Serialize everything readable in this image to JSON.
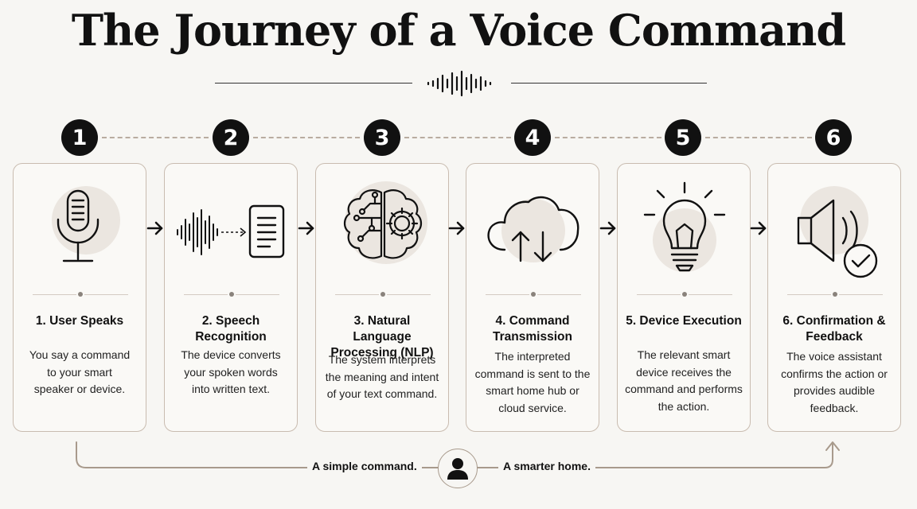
{
  "title": "The Journey of a Voice Command",
  "steps": [
    {
      "number": "1",
      "title": "1. User Speaks",
      "desc": "You say a command to your smart speaker or device.",
      "icon": "microphone-icon"
    },
    {
      "number": "2",
      "title": "2. Speech Recognition",
      "desc": "The device converts your spoken words into written text.",
      "icon": "waveform-to-text-icon"
    },
    {
      "number": "3",
      "title": "3. Natural Language Processing (NLP)",
      "desc": "The system interprets the meaning and intent of your text command.",
      "icon": "brain-gear-icon"
    },
    {
      "number": "4",
      "title": "4. Command Transmission",
      "desc": "The interpreted command is sent to the smart home hub or cloud service.",
      "icon": "cloud-transfer-icon"
    },
    {
      "number": "5",
      "title": "5. Device Execution",
      "desc": "The relevant smart device receives the command and performs the action.",
      "icon": "lightbulb-icon"
    },
    {
      "number": "6",
      "title": "6. Confirmation & Feedback",
      "desc": "The voice assistant confirms the action or provides audible feedback.",
      "icon": "speaker-check-icon"
    }
  ],
  "footer": {
    "left_tag": "A simple command.",
    "right_tag": "A smarter home.",
    "icon": "user-icon"
  }
}
